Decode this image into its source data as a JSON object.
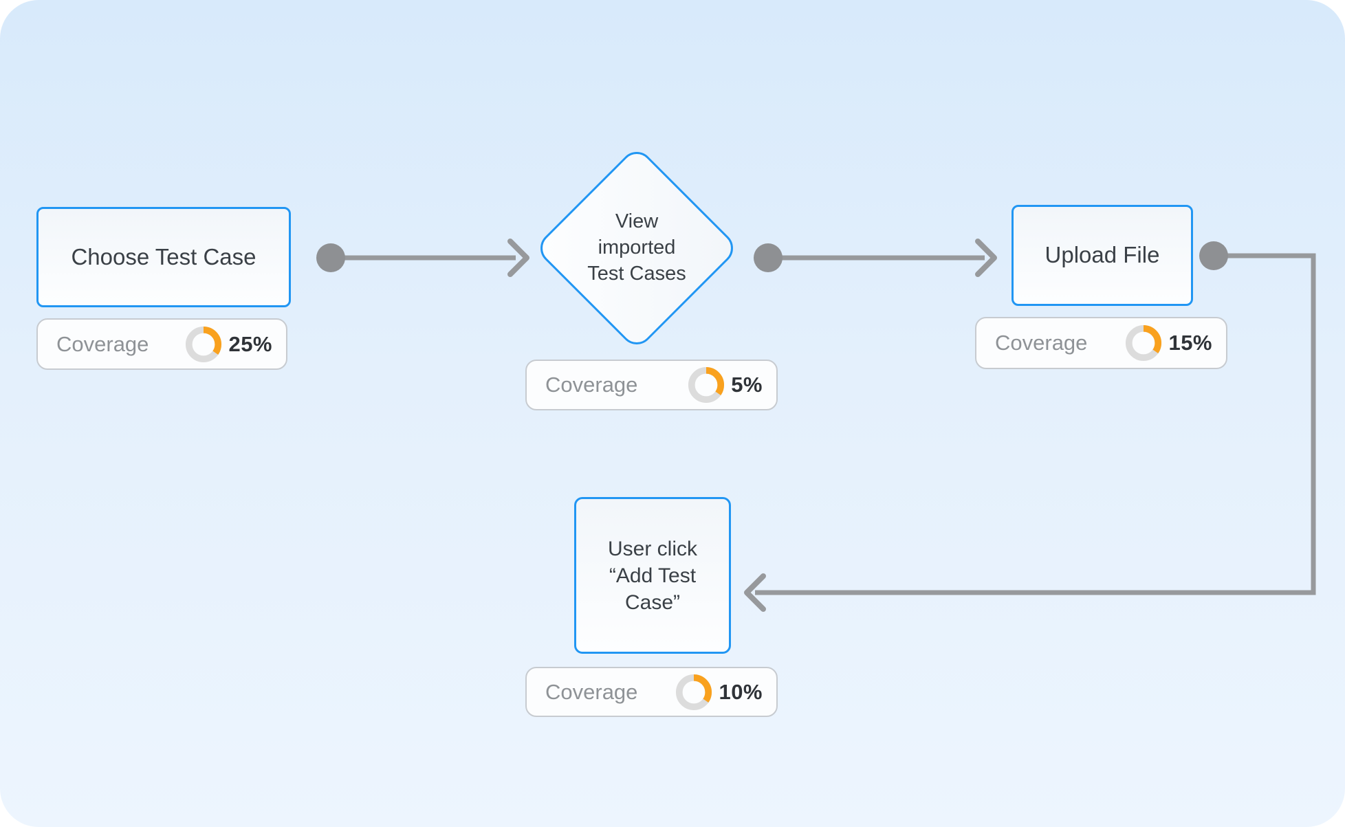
{
  "canvas": {
    "background_top": "#D8EAFB",
    "background_bottom": "#EDF5FE",
    "outer_background": "#FFFFFF"
  },
  "colors": {
    "node_border": "#2196F3",
    "node_text": "#3A4046",
    "badge_border": "#C7CBD0",
    "badge_label": "#8E9296",
    "badge_value": "#2F3338",
    "donut_track": "#DCDCDC",
    "donut_arc": "#F9A11E",
    "connector": "#97999C"
  },
  "nodes": [
    {
      "id": "choose-test-case",
      "shape": "rectangle",
      "label": "Choose Test Case",
      "coverage": {
        "label": "Coverage",
        "value": "25%"
      }
    },
    {
      "id": "view-imported-test-cases",
      "shape": "diamond",
      "label": "View\nimported\nTest Cases",
      "coverage": {
        "label": "Coverage",
        "value": "5%"
      }
    },
    {
      "id": "upload-file",
      "shape": "rectangle",
      "label": "Upload File",
      "coverage": {
        "label": "Coverage",
        "value": "15%"
      }
    },
    {
      "id": "user-click-add-test-case",
      "shape": "rectangle",
      "label": "User click\n“Add Test\nCase”",
      "coverage": {
        "label": "Coverage",
        "value": "10%"
      }
    }
  ],
  "connections": [
    {
      "from": "choose-test-case",
      "to": "view-imported-test-cases",
      "style": "straight-right"
    },
    {
      "from": "view-imported-test-cases",
      "to": "upload-file",
      "style": "straight-right"
    },
    {
      "from": "upload-file",
      "to": "user-click-add-test-case",
      "style": "right-down-left"
    }
  ]
}
